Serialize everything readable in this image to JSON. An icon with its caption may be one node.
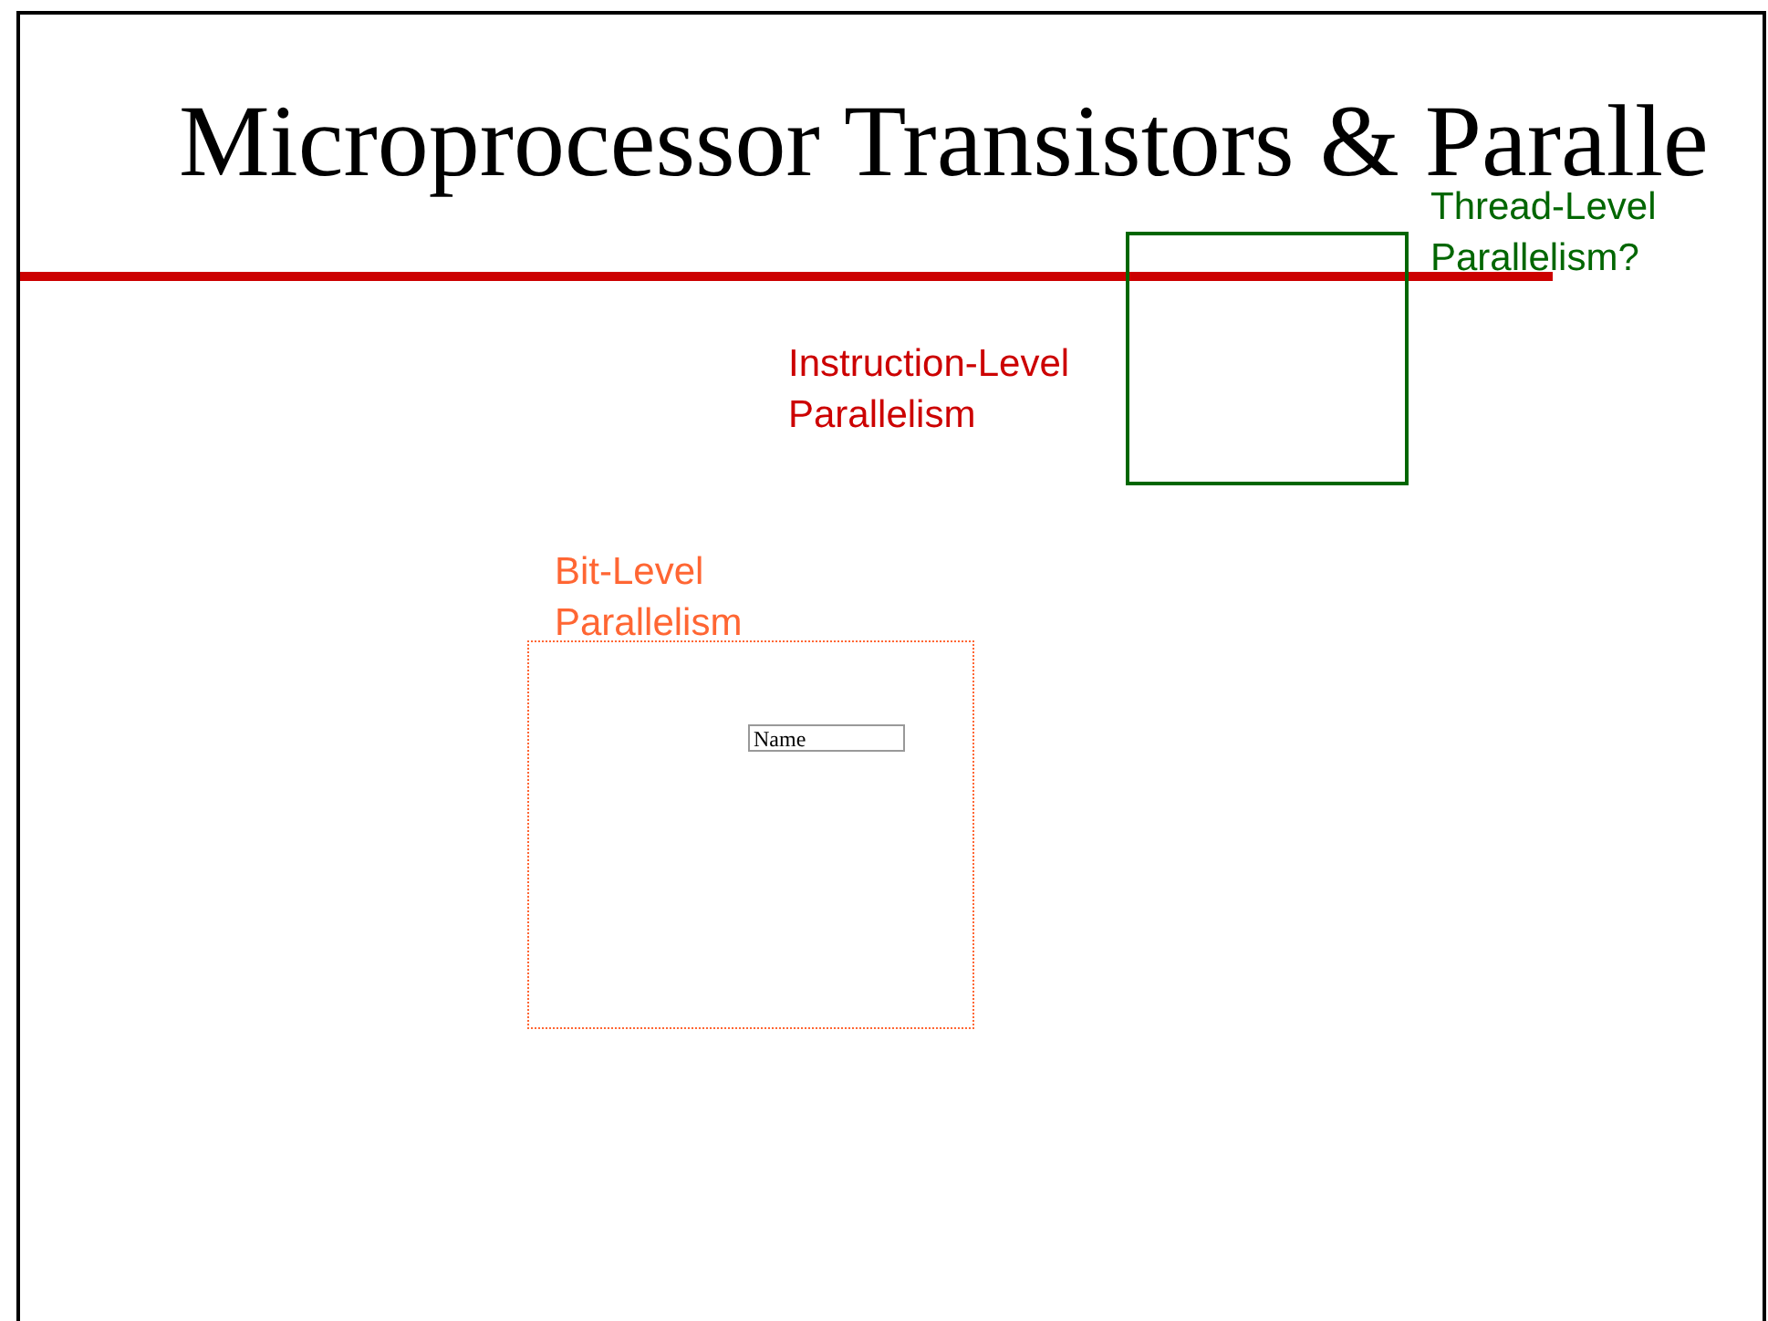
{
  "diagram": {
    "title": "Microprocessor Transistors & Paralle",
    "nodes": [
      {
        "text": [
          "Thread-Level Parallelism?"
        ]
      },
      {
        "text": [
          "Bit-Level Parallelism"
        ]
      },
      {
        "text": [
          "Name"
        ],
        "in": 1
      }
    ],
    "labels": [
      "Instruction-Level Parallelism"
    ]
  }
}
